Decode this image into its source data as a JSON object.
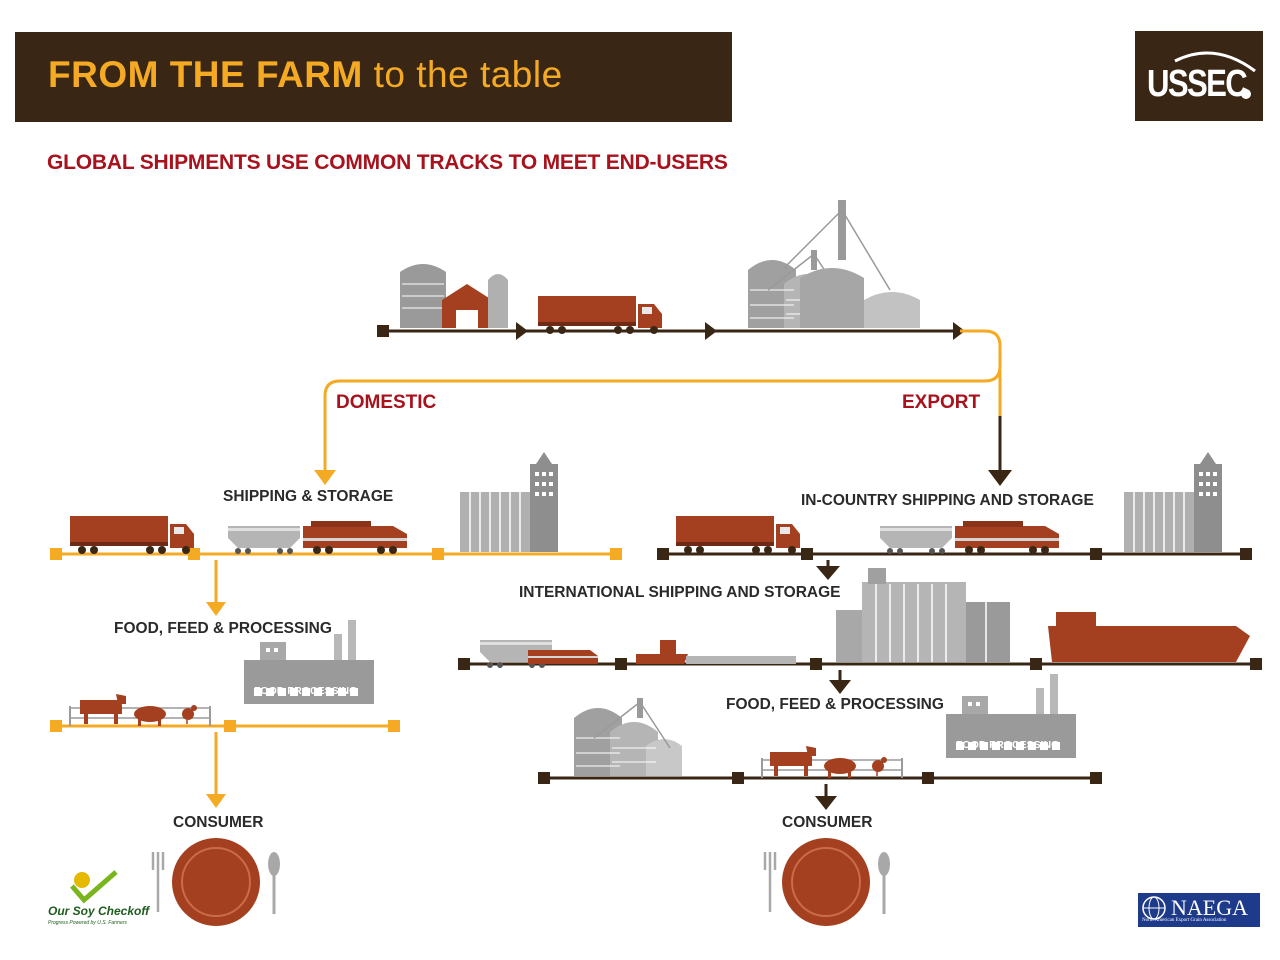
{
  "header": {
    "title_strong": "FROM THE FARM",
    "title_light": "to the table",
    "logo": "USSEC"
  },
  "subtitle": "GLOBAL SHIPMENTS USE COMMON TRACKS TO MEET END-USERS",
  "branches": {
    "domestic": "DOMESTIC",
    "export": "EXPORT"
  },
  "domestic": {
    "shipping": "SHIPPING & STORAGE",
    "food": "FOOD, FEED & PROCESSING",
    "food_processing_sign": "FOOD PROCESSING",
    "consumer": "CONSUMER"
  },
  "export": {
    "in_country": "IN-COUNTRY SHIPPING AND STORAGE",
    "international": "INTERNATIONAL SHIPPING AND STORAGE",
    "food": "FOOD, FEED & PROCESSING",
    "food_processing_sign": "FOOD PROCESSING",
    "consumer": "CONSUMER"
  },
  "footer": {
    "left_logo_name": "Our Soy Checkoff",
    "left_logo_tagline": "Progress Powered by U.S. Farmers",
    "right_logo_name": "NAEGA",
    "right_logo_tagline": "North American Export Grain Association"
  },
  "colors": {
    "dark_brown": "#3a2614",
    "gold": "#f5aa24",
    "red": "#a8121d",
    "rust": "#a4401f",
    "gray": "#9a9a9a"
  }
}
